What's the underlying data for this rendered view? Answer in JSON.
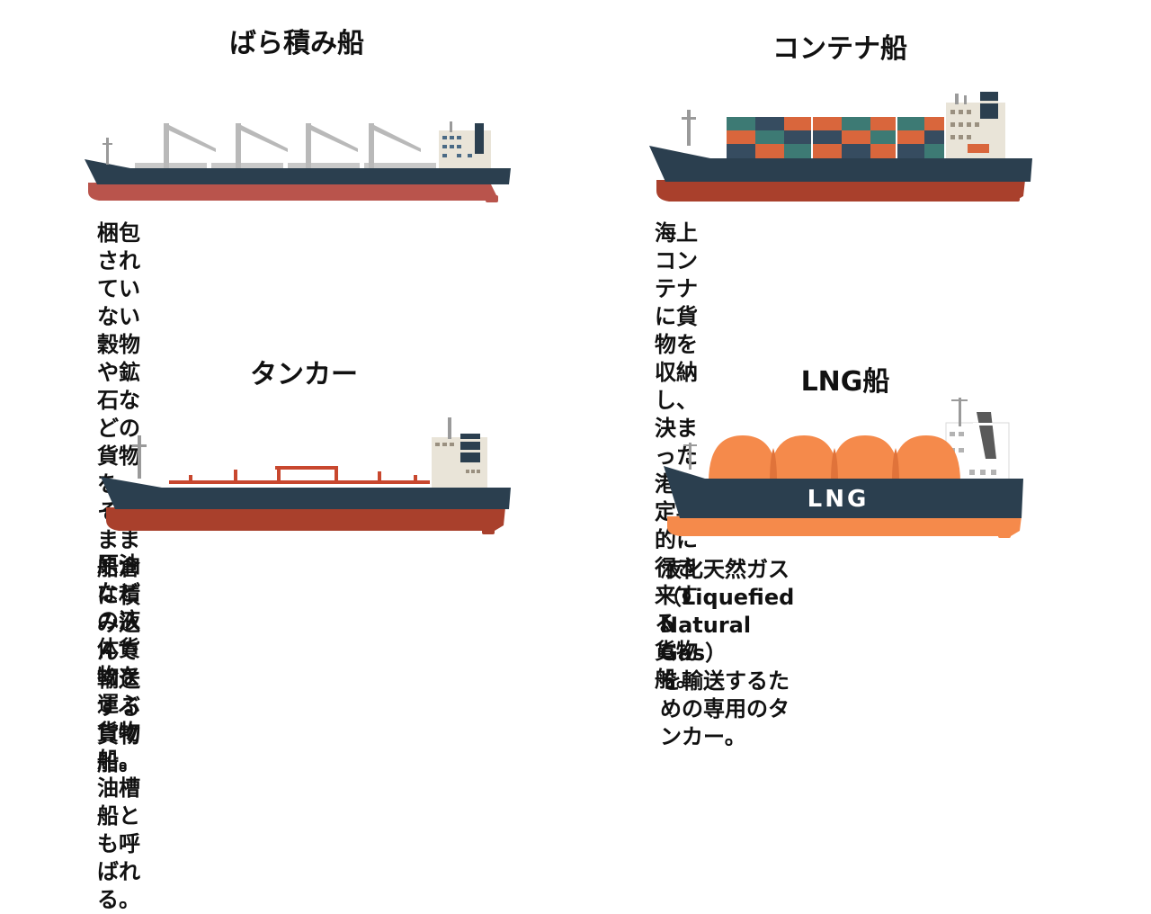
{
  "ships": {
    "bulk": {
      "title": "ばら積み船",
      "description": "梱包されていない穀物や鉱石などの\n貨物を、そのまま船倉に積み込んで\n輸送する貨物船。"
    },
    "container": {
      "title": "コンテナ船",
      "description": "海上コンテナに貨物を収納し、\n決まった港を定期的に行き来する\n貨物船。"
    },
    "tanker": {
      "title": "タンカー",
      "description": "原油などの液体貨物を運ぶ貨物船。\n油槽船とも呼ばれる。"
    },
    "lng": {
      "title": "LNG船",
      "description": "液化天然ガス（Liquefied Natural Gas）\nを輸送するための専用のタンカー。",
      "hull_label": "LNG"
    }
  },
  "colors": {
    "hull_dark": "#2b3f4f",
    "hull_red": "#b9544c",
    "hull_red_dark": "#a9402c",
    "tank_orange": "#f58a4b",
    "superstructure": "#e9e4d8",
    "crane": "#b9b9b9"
  }
}
